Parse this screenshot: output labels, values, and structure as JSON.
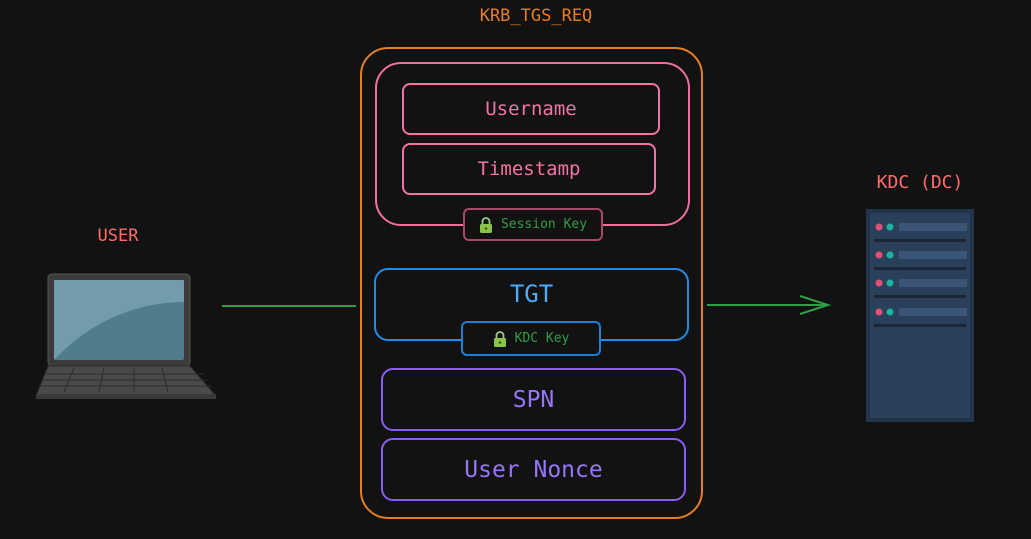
{
  "diagram": {
    "title": "KRB_TGS_REQ",
    "user_label": "USER",
    "kdc_label": "KDC (DC)",
    "authenticator": {
      "fields": [
        "Username",
        "Timestamp"
      ],
      "key_label": "Session Key"
    },
    "tgt": {
      "label": "TGT",
      "key_label": "KDC Key"
    },
    "spn_label": "SPN",
    "nonce_label": "User Nonce",
    "icons": [
      "laptop-icon",
      "server-icon",
      "lock-icon"
    ],
    "colors": {
      "background": "#121212",
      "request_border": "#e67e22",
      "authenticator_border": "#ef6f9a",
      "tgt_border": "#228be6",
      "field_border_purple": "#8b5cf6",
      "key_text": "#2f9e44",
      "arrow": "#2f9e44",
      "label_red": "#ff6b6b"
    }
  }
}
